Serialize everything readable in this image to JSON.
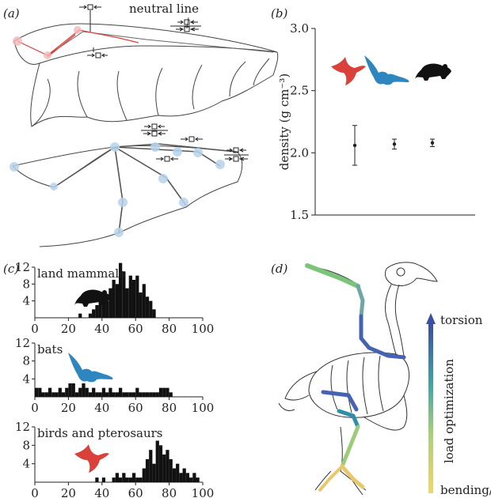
{
  "colors": {
    "bird": "#d9413a",
    "bat": "#2e86c1",
    "mouse": "#111111",
    "bird_joint": "#f2b8b8",
    "bat_joint": "#b7d3ec",
    "bone_green": "#7cc47a",
    "bone_blue": "#4463b3",
    "bone_yellow": "#e8c86a",
    "ink": "#222222"
  },
  "panels": {
    "a": {
      "label": "(a)",
      "neutral_line": "neutral line"
    },
    "b": {
      "label": "(b)"
    },
    "c": {
      "label": "(c)"
    },
    "d": {
      "label": "(d)",
      "gradient_top": "torsion",
      "gradient_mid": "load optimization",
      "gradient_bottom": "bending/"
    }
  },
  "chart_data": [
    {
      "id": "b",
      "type": "scatter",
      "title": "",
      "xlabel": "",
      "ylabel": "density (g cm⁻³)",
      "ylim": [
        1.5,
        3.0
      ],
      "yticks": [
        1.5,
        2.0,
        2.5,
        3.0
      ],
      "ytick_labels": [
        "1.5",
        "2.0",
        "2.5",
        "3.0"
      ],
      "categories": [
        "bird",
        "bat",
        "mouse"
      ],
      "values": [
        2.06,
        2.07,
        2.08
      ],
      "err_low": [
        1.9,
        2.03,
        2.05
      ],
      "err_high": [
        2.22,
        2.11,
        2.11
      ],
      "icons": [
        "bird-silhouette",
        "bat-silhouette",
        "mouse-silhouette"
      ]
    },
    {
      "id": "c1",
      "type": "bar",
      "title": "land mammals",
      "xlim": [
        0,
        100
      ],
      "ylim": [
        0,
        12
      ],
      "xticks": [
        0,
        20,
        40,
        60,
        80,
        100
      ],
      "yticks": [
        4,
        8,
        12
      ],
      "bin_width": 2,
      "bins_start": [
        26,
        32,
        34,
        36,
        38,
        40,
        42,
        44,
        46,
        48,
        50,
        52,
        54,
        56,
        58,
        60,
        62,
        64,
        66,
        68,
        70
      ],
      "counts": [
        1,
        1,
        2,
        3,
        4,
        6,
        4,
        7,
        9,
        8,
        13,
        11,
        7,
        10,
        9,
        10,
        6,
        8,
        5,
        4,
        2
      ],
      "icon": "mouse-silhouette"
    },
    {
      "id": "c2",
      "type": "bar",
      "title": "bats",
      "xlim": [
        0,
        100
      ],
      "ylim": [
        0,
        12
      ],
      "xticks": [
        0,
        20,
        40,
        60,
        80,
        100
      ],
      "yticks": [
        4,
        8,
        12
      ],
      "bin_width": 2,
      "bins_start": [
        0,
        2,
        4,
        6,
        8,
        10,
        12,
        14,
        16,
        18,
        20,
        22,
        24,
        26,
        28,
        30,
        32,
        34,
        36,
        38,
        40,
        42,
        44,
        46,
        48,
        50,
        52,
        54,
        56,
        58,
        60,
        62,
        64,
        66,
        68,
        70,
        72,
        74,
        76,
        78,
        80
      ],
      "counts": [
        2,
        2,
        1,
        1,
        2,
        1,
        1,
        2,
        1,
        2,
        3,
        3,
        1,
        2,
        3,
        2,
        1,
        2,
        1,
        1,
        2,
        1,
        2,
        1,
        1,
        2,
        1,
        1,
        1,
        1,
        2,
        1,
        1,
        1,
        1,
        1,
        1,
        2,
        2,
        2,
        1
      ],
      "icon": "bat-silhouette"
    },
    {
      "id": "c3",
      "type": "bar",
      "title": "birds and pterosaurs",
      "xlim": [
        0,
        100
      ],
      "ylim": [
        0,
        12
      ],
      "xticks": [
        0,
        20,
        40,
        60,
        80,
        100
      ],
      "yticks": [
        4,
        8,
        12
      ],
      "bin_width": 2,
      "bins_start": [
        36,
        40,
        46,
        48,
        50,
        52,
        54,
        56,
        58,
        60,
        62,
        64,
        66,
        68,
        70,
        72,
        74,
        76,
        78,
        80,
        82,
        84,
        86,
        88,
        90,
        92,
        94,
        96
      ],
      "counts": [
        1,
        1,
        1,
        2,
        1,
        2,
        1,
        1,
        2,
        1,
        1,
        3,
        5,
        7,
        4,
        9,
        8,
        6,
        7,
        5,
        3,
        4,
        2,
        3,
        2,
        1,
        2,
        1
      ],
      "icon": "bird-silhouette"
    }
  ]
}
